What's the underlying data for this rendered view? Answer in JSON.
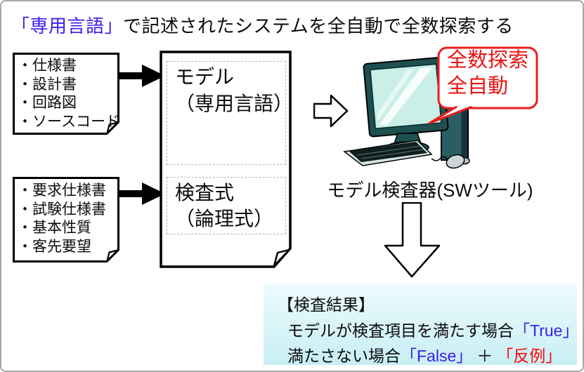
{
  "title": {
    "highlight": "「専用言語」",
    "rest": "で記述されたシステムを全自動で全数探索する"
  },
  "colors": {
    "accent_blue": "#3a1df0",
    "accent_red": "#ff0404",
    "bubble_red": "#e81e1e",
    "monitor_teal": "#1e5050",
    "screen_cyan": "#c9efe6",
    "result_bg_top": "#ecfbfd",
    "result_bg_bottom": "#c8eef4"
  },
  "sources_design": {
    "items": [
      "・仕様書",
      "・設計書",
      "・回路図",
      "・ソースコード"
    ]
  },
  "sources_requirements": {
    "items": [
      "・要求仕様書",
      "・試験仕様書",
      "・基本性質",
      "・客先要望"
    ]
  },
  "model_document": {
    "model_section": {
      "line1": "モデル",
      "line2": "（専用言語）"
    },
    "check_section": {
      "line1": "検査式",
      "line2": "（論理式）"
    }
  },
  "bubble": {
    "line1": "全数探索",
    "line2": "全自動"
  },
  "checker_label": "モデル検査器(SWツール)",
  "result": {
    "heading": "【検査結果】",
    "line1_text": "モデルが検査項目を満たす場合",
    "line1_value": "「True」",
    "line2_text": "満たさない場合",
    "line2_value": "「False」",
    "line2_plus": "＋",
    "line2_counterexample": "「反例」"
  }
}
